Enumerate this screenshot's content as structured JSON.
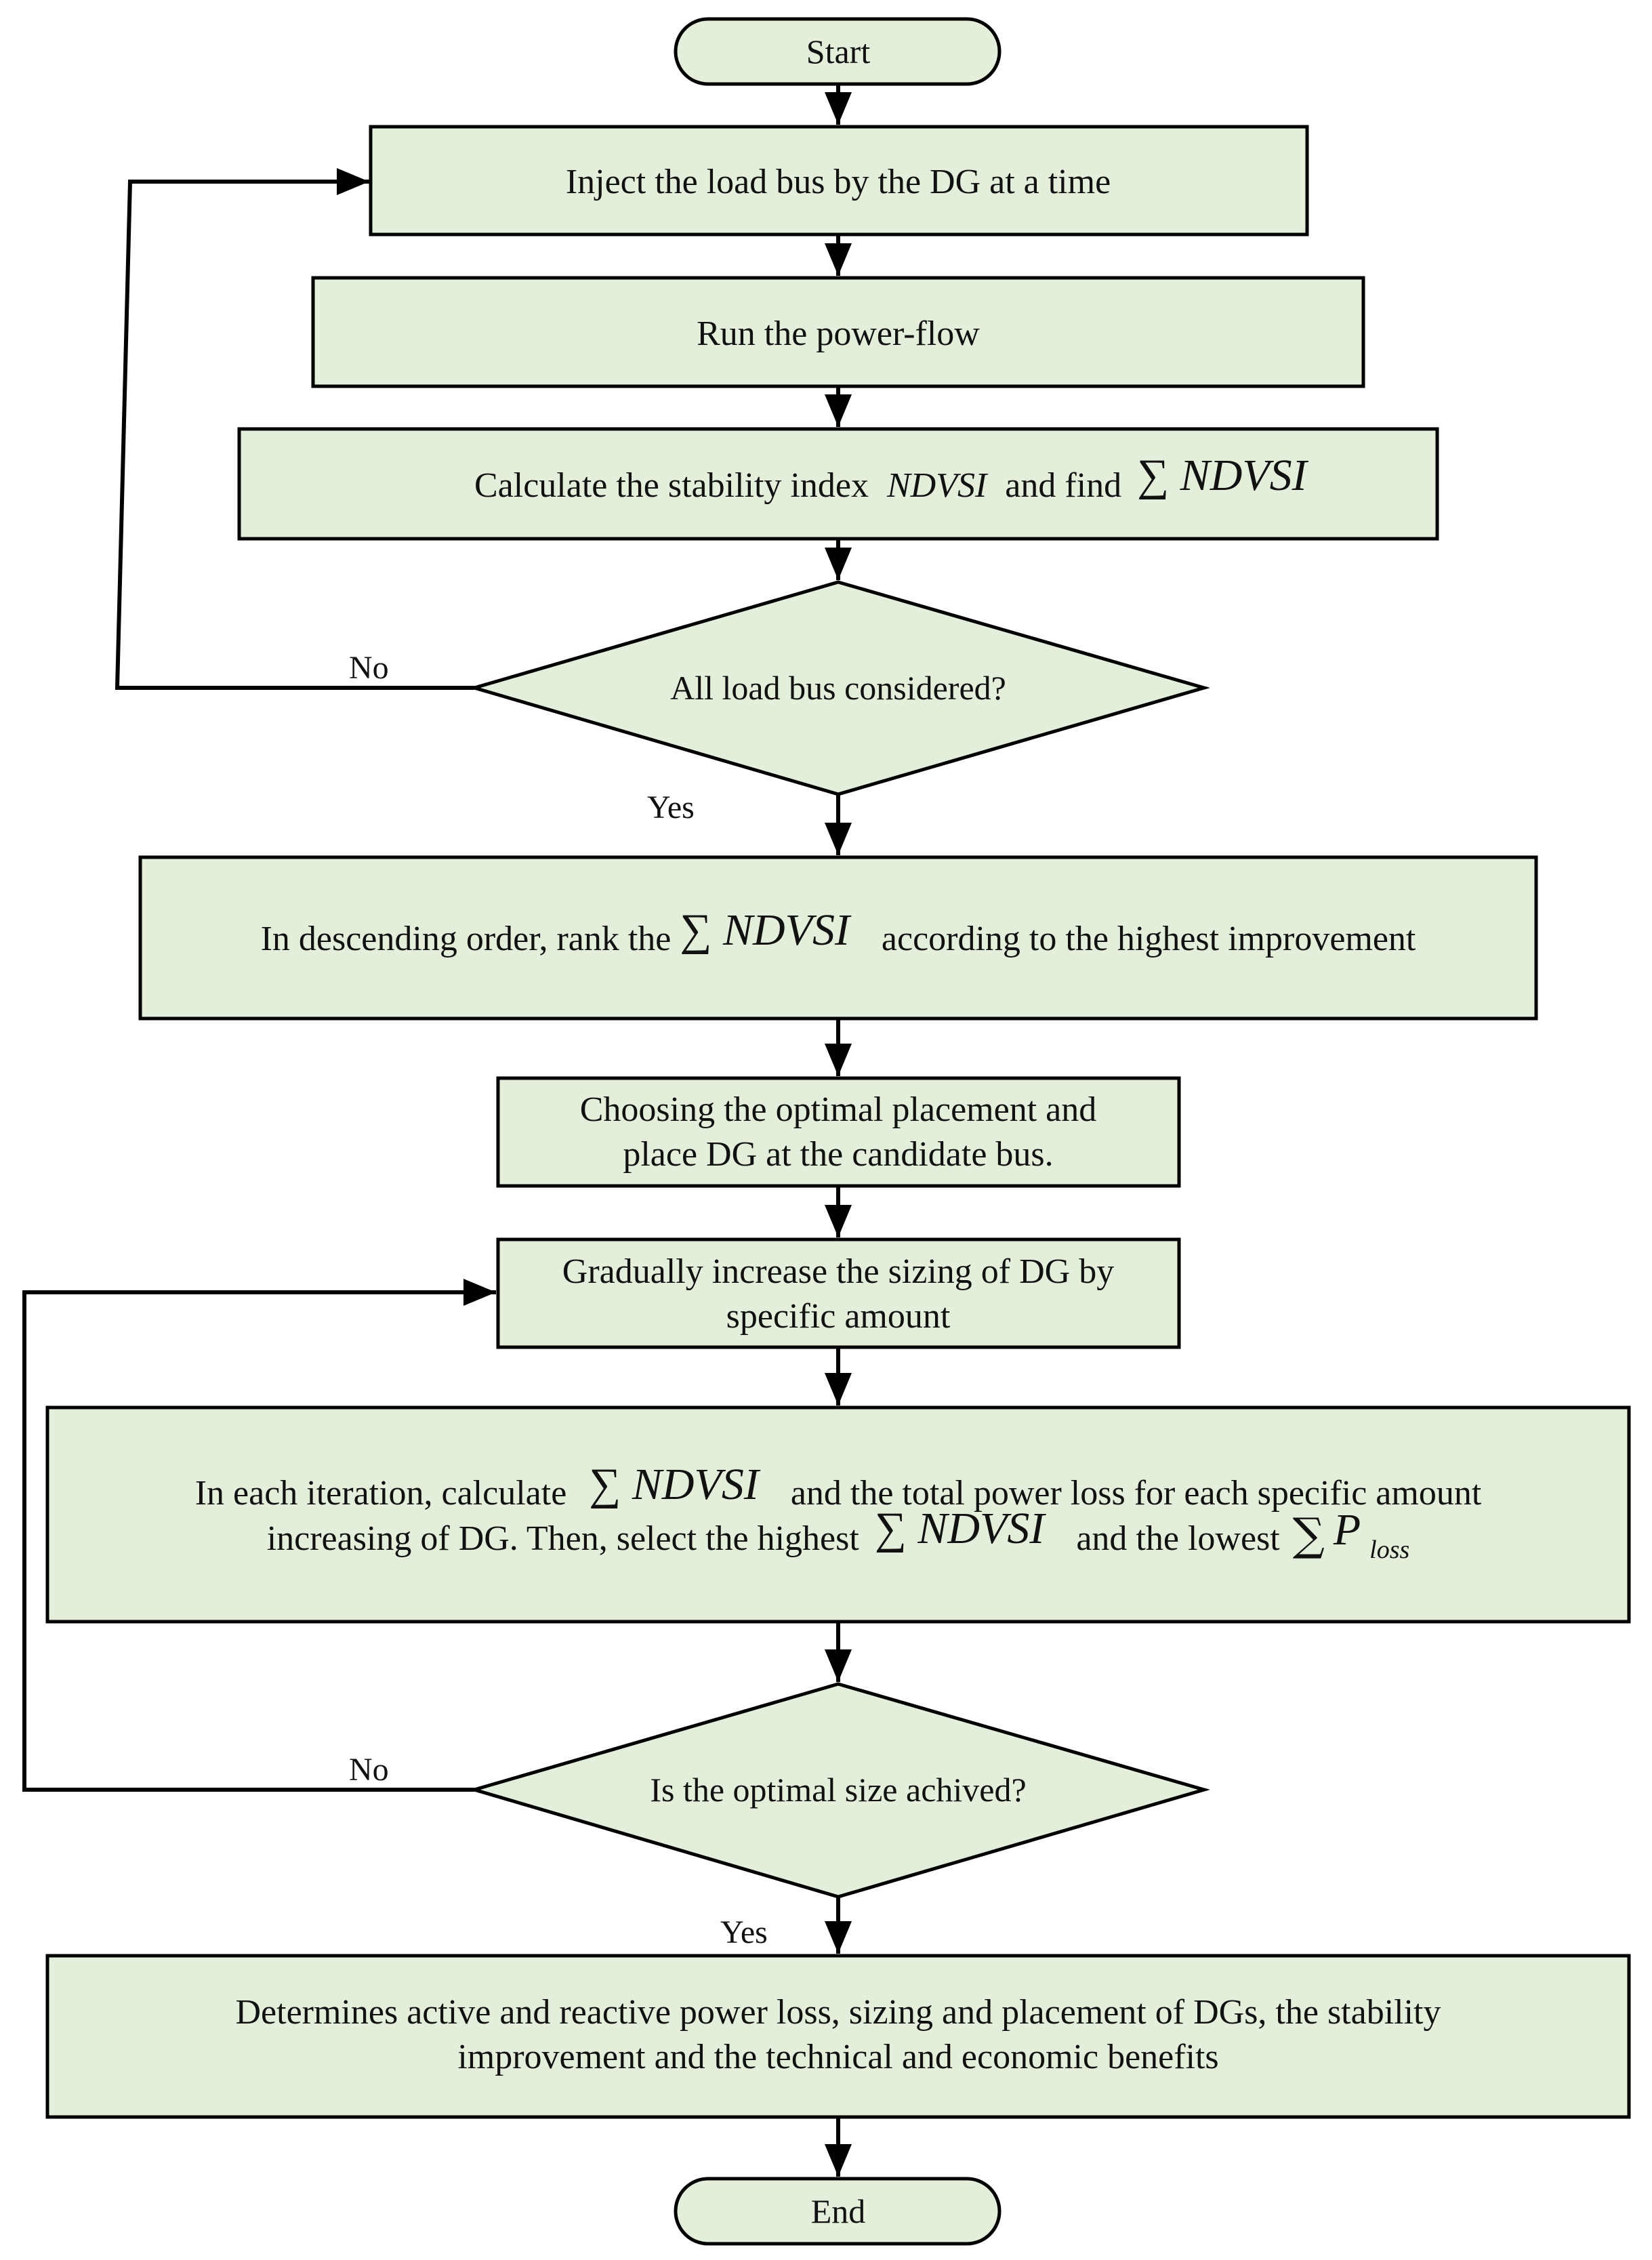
{
  "nodes": {
    "start": "Start",
    "inject": "Inject the load bus by the DG at a time",
    "run_flow": "Run the power-flow",
    "calc_pre": "Calculate the stability index",
    "calc_math": "NDVSI",
    "calc_mid": "and find",
    "calc_sum": "∑ NDVSI",
    "decision1": "All load bus considered?",
    "rank_pre": "In descending order, rank the",
    "rank_sum": "∑ NDVSI",
    "rank_post": "according to the highest improvement",
    "choose_line1": "Choosing the optimal placement and",
    "choose_line2": "place DG at the candidate bus.",
    "grad_line1": "Gradually increase the sizing of DG by",
    "grad_line2": "specific amount",
    "iter_l1_pre": "In each iteration, calculate",
    "iter_l1_sum": "∑ NDVSI",
    "iter_l1_post": "and the total power loss for each specific amount",
    "iter_l2_pre": "increasing of DG. Then, select the highest",
    "iter_l2_sum": "∑ NDVSI",
    "iter_l2_mid": "and the lowest",
    "iter_l2_sum2_sigma": "∑",
    "iter_l2_sum2_var": "P",
    "iter_l2_sum2_sub": "loss",
    "decision2": "Is the optimal size achived?",
    "determine_line1": "Determines active and reactive power loss, sizing and placement of DGs, the stability",
    "determine_line2": "improvement and the technical and  economic benefits",
    "end": "End"
  },
  "edges": {
    "no_1": "No",
    "yes_1": "Yes",
    "no_2": "No",
    "yes_2": "Yes"
  },
  "colors": {
    "box_fill": "#e3efda",
    "stroke": "#000000",
    "text": "#111111"
  }
}
